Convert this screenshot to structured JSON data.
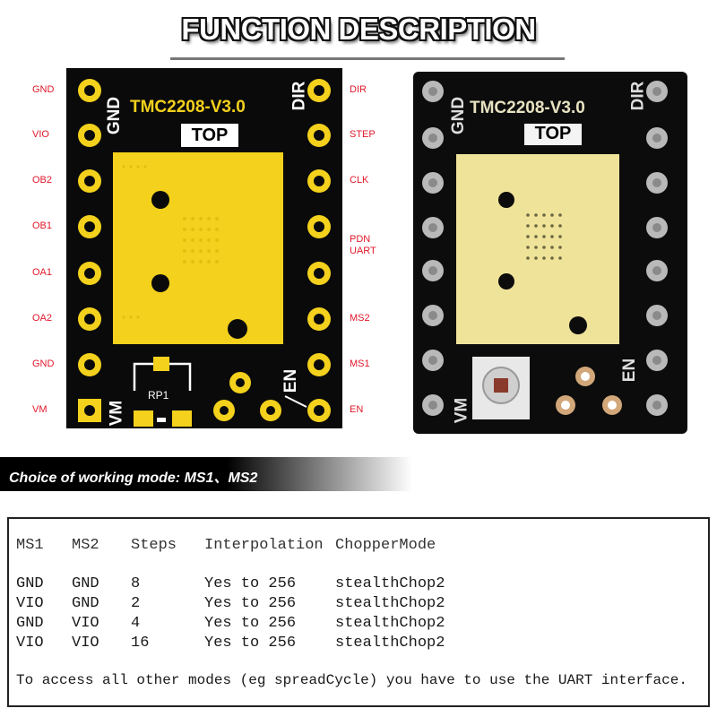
{
  "title": "FUNCTION DESCRIPTION",
  "left_pins": [
    "GND",
    "VIO",
    "OB2",
    "OB1",
    "OA1",
    "OA2",
    "GND",
    "VM"
  ],
  "right_pins": [
    "DIR",
    "STEP",
    "CLK",
    "PDN\nUART",
    "MS2",
    "MS1",
    "EN"
  ],
  "board": {
    "model": "TMC2208-V3.0",
    "side": "TOP",
    "silk_gnd": "GND",
    "silk_dir": "DIR",
    "silk_vm": "VM",
    "silk_en": "EN",
    "silk_rp1": "RP1"
  },
  "banner": "Choice of working mode: MS1、MS2",
  "table": {
    "headers": [
      "MS1",
      "MS2",
      "Steps",
      "Interpolation",
      "ChopperMode"
    ],
    "rows": [
      [
        "GND",
        "GND",
        "8",
        "Yes to 256",
        "stealthChop2"
      ],
      [
        "VIO",
        "GND",
        "2",
        "Yes to 256",
        "stealthChop2"
      ],
      [
        "GND",
        "VIO",
        "4",
        "Yes to 256",
        "stealthChop2"
      ],
      [
        "VIO",
        "VIO",
        "16",
        "Yes to 256",
        "stealthChop2"
      ]
    ],
    "note": "To access all other modes (eg spreadCycle) you have to use the UART interface."
  }
}
